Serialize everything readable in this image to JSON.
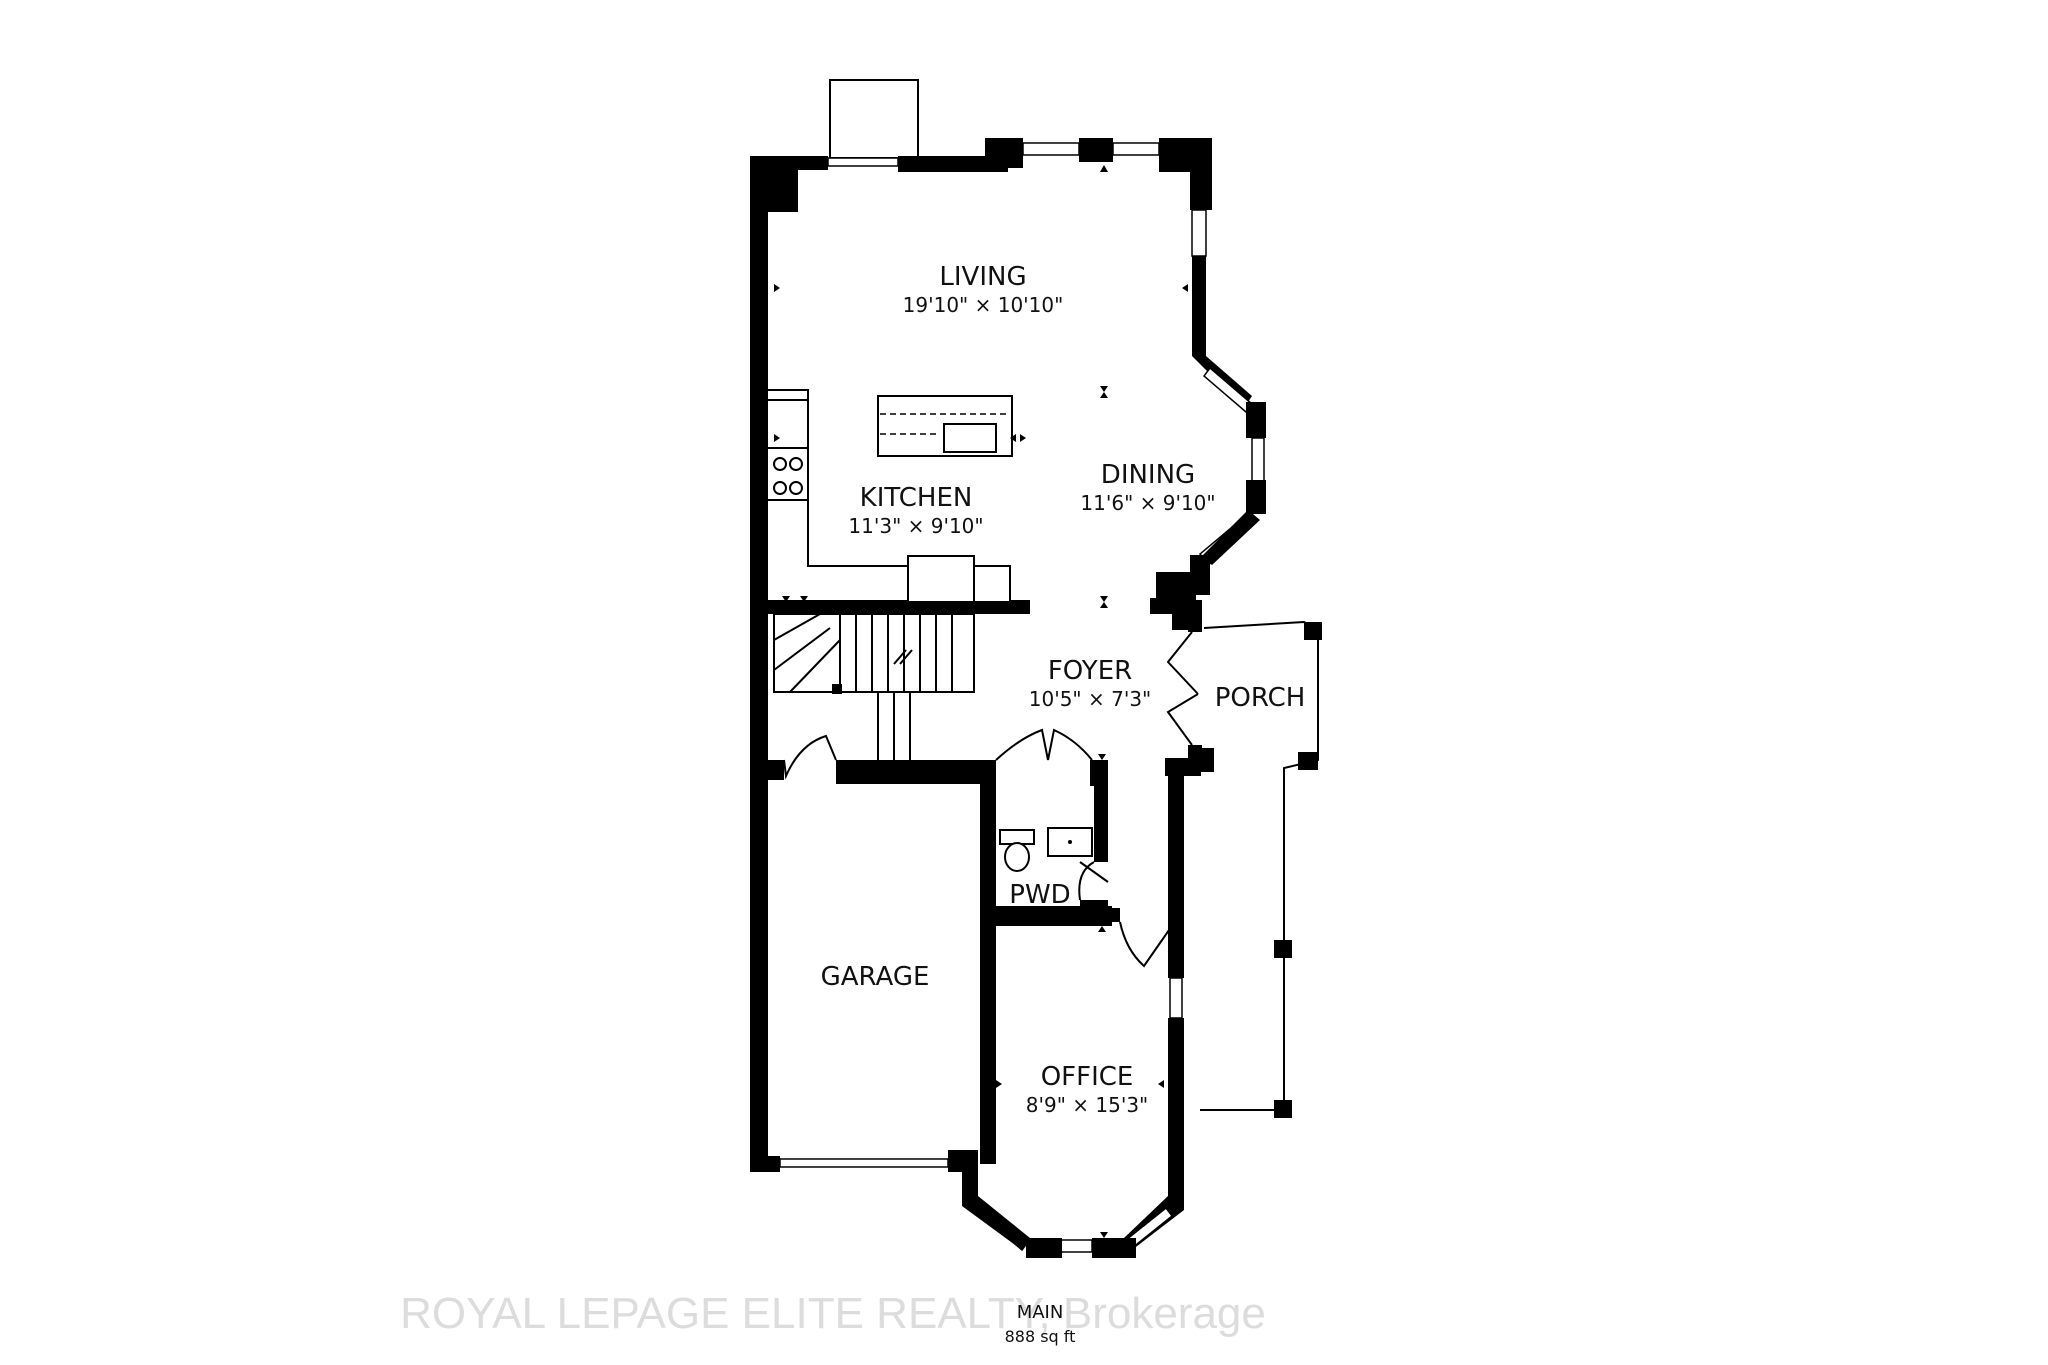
{
  "floor_plan": {
    "rooms": [
      {
        "id": "living",
        "name": "LIVING",
        "dimensions": "19'10\" × 10'10\""
      },
      {
        "id": "kitchen",
        "name": "KITCHEN",
        "dimensions": "11'3\" × 9'10\""
      },
      {
        "id": "dining",
        "name": "DINING",
        "dimensions": "11'6\" × 9'10\""
      },
      {
        "id": "foyer",
        "name": "FOYER",
        "dimensions": "10'5\" × 7'3\""
      },
      {
        "id": "porch",
        "name": "PORCH",
        "dimensions": ""
      },
      {
        "id": "pwd",
        "name": "PWD",
        "dimensions": ""
      },
      {
        "id": "garage",
        "name": "GARAGE",
        "dimensions": ""
      },
      {
        "id": "office",
        "name": "OFFICE",
        "dimensions": "8'9\" × 15'3\""
      }
    ],
    "level": {
      "name": "MAIN",
      "area": "888 sq ft"
    },
    "watermark": "ROYAL LEPAGE ELITE REALTY, Brokerage"
  }
}
